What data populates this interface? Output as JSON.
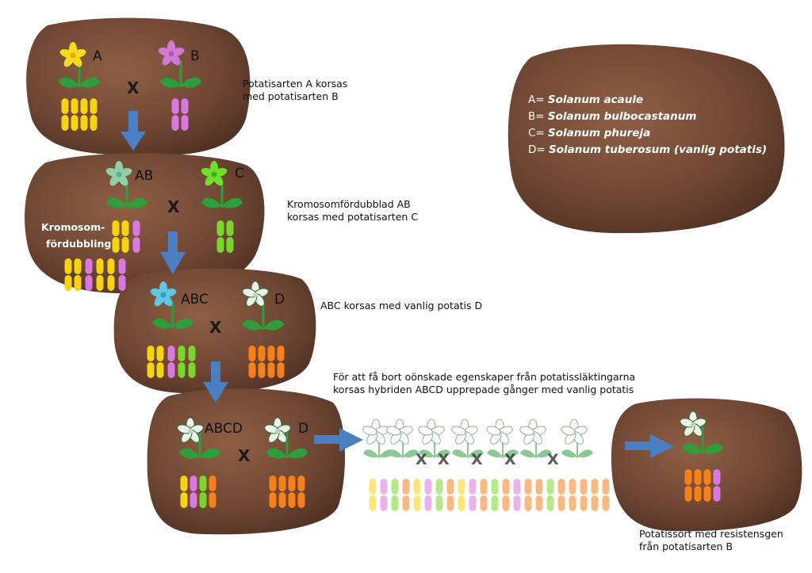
{
  "colors": {
    "potato": "#6e4633",
    "potato_light": "#8a5a40",
    "arrow": "#4a7fc4",
    "leaf": "#2e9e3a",
    "yellow": "#f6d40e",
    "pink": "#d878e0",
    "green": "#7ad62a",
    "orange": "#f7801a",
    "flower_A": "#f4dc1c",
    "flower_B": "#d27ad8",
    "flower_AB": "#8fd0a8",
    "flower_C": "#6ee02c",
    "flower_ABC": "#5ec7e3",
    "flower_D": "#e8f5e8",
    "x_mark": "#222222"
  },
  "labels": {
    "A": "A",
    "B": "B",
    "AB": "AB",
    "C": "C",
    "ABC": "ABC",
    "D": "D",
    "ABCD": "ABCD",
    "cross": "X",
    "kromosom_1": "Kromosom-",
    "kromosom_2": "fördubbling"
  },
  "captions": {
    "step1_line1": "Potatisarten A  korsas",
    "step1_line2": "med potatisarten B",
    "step2_line1": "Kromosomfördubblad AB",
    "step2_line2": "korsas med potatisarten C",
    "step3": "ABC korsas med vanlig potatis D",
    "step4_line1": "För att få bort oönskade egenskaper från potatissläktingarna",
    "step4_line2": "korsas hybriden ABCD upprepade gånger med vanlig potatis",
    "result_line1": "Potatissort med resistensgen",
    "result_line2": "från potatisarten B"
  },
  "legend": [
    {
      "key": "A=",
      "name": "Solanum acaule"
    },
    {
      "key": "B=",
      "name": "Solanum bulbocastanum"
    },
    {
      "key": "C=",
      "name": "Solanum phureja"
    },
    {
      "key": "D=",
      "name": "Solanum tuberosum (vanlig potatis)"
    }
  ]
}
